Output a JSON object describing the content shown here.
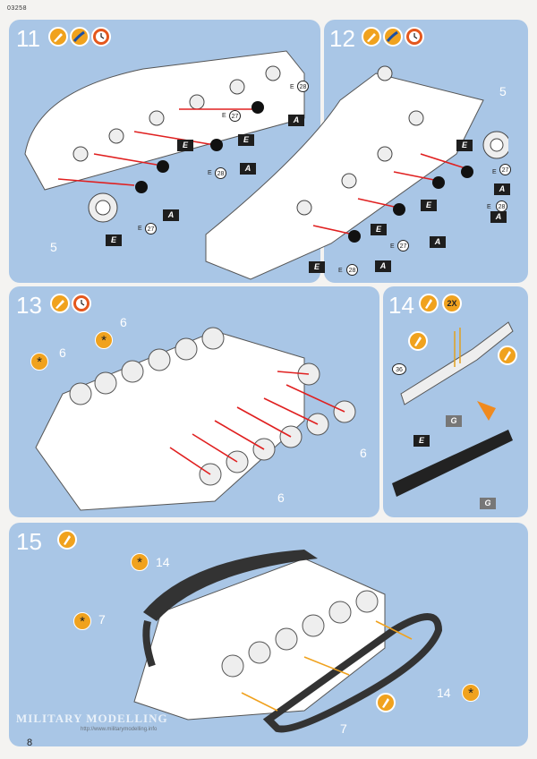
{
  "header": {
    "code": "03258"
  },
  "page_number": "8",
  "watermark": {
    "text": "MILITARY MODELLING",
    "url": "http://www.militarymodelling.info"
  },
  "steps": [
    {
      "number": "11",
      "icons": [
        "glue-icon",
        "paint-icon",
        "clock-icon"
      ],
      "labels": {
        "e_flag": "E",
        "a_flag": "A",
        "ref_e": "E",
        "ref_27": "27",
        "ref_28": "28",
        "wheel_num": "5"
      }
    },
    {
      "number": "12",
      "icons": [
        "glue-icon",
        "paint-icon",
        "clock-icon"
      ],
      "labels": {
        "e_flag": "E",
        "a_flag": "A",
        "ref_e": "E",
        "ref_27": "27",
        "ref_28": "28",
        "wheel_num": "5"
      }
    },
    {
      "number": "13",
      "icons": [
        "glue-icon",
        "clock-icon"
      ],
      "labels": {
        "star": "*",
        "wheel_num": "6"
      }
    },
    {
      "number": "14",
      "icons": [
        "cement-icon"
      ],
      "multiplier": "2X",
      "labels": {
        "part": "36",
        "e_flag": "E",
        "g_flag": "G"
      }
    },
    {
      "number": "15",
      "icons": [
        "cement-icon"
      ],
      "labels": {
        "star": "*",
        "part_14": "14",
        "part_7": "7"
      }
    }
  ],
  "colors": {
    "panel": "#a9c6e6",
    "accent": "#f0a21e",
    "clock": "#e4571d",
    "arrow": "#e02020"
  }
}
